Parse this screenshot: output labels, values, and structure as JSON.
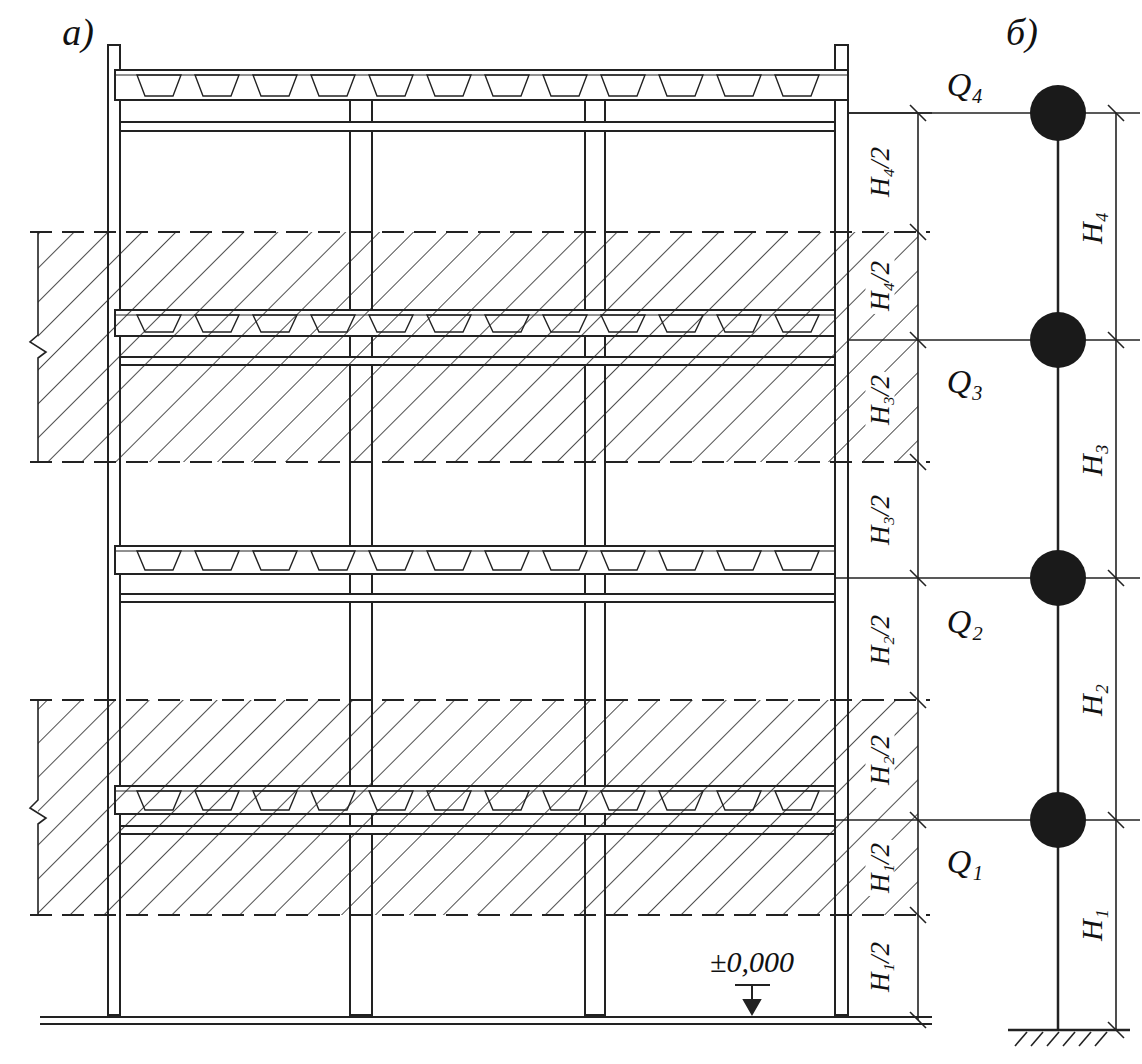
{
  "diagram": {
    "labels": [
      "а)",
      "б)",
      "H₄/2",
      "H₄/2",
      "H₃/2",
      "H₃/2",
      "H₂/2",
      "H₂/2",
      "H₁/2",
      "H₁/2",
      "Q₄",
      "Q₃",
      "Q₂",
      "Q₁",
      "H₄",
      "H₃",
      "H₂",
      "H₁",
      "±0,000"
    ]
  }
}
